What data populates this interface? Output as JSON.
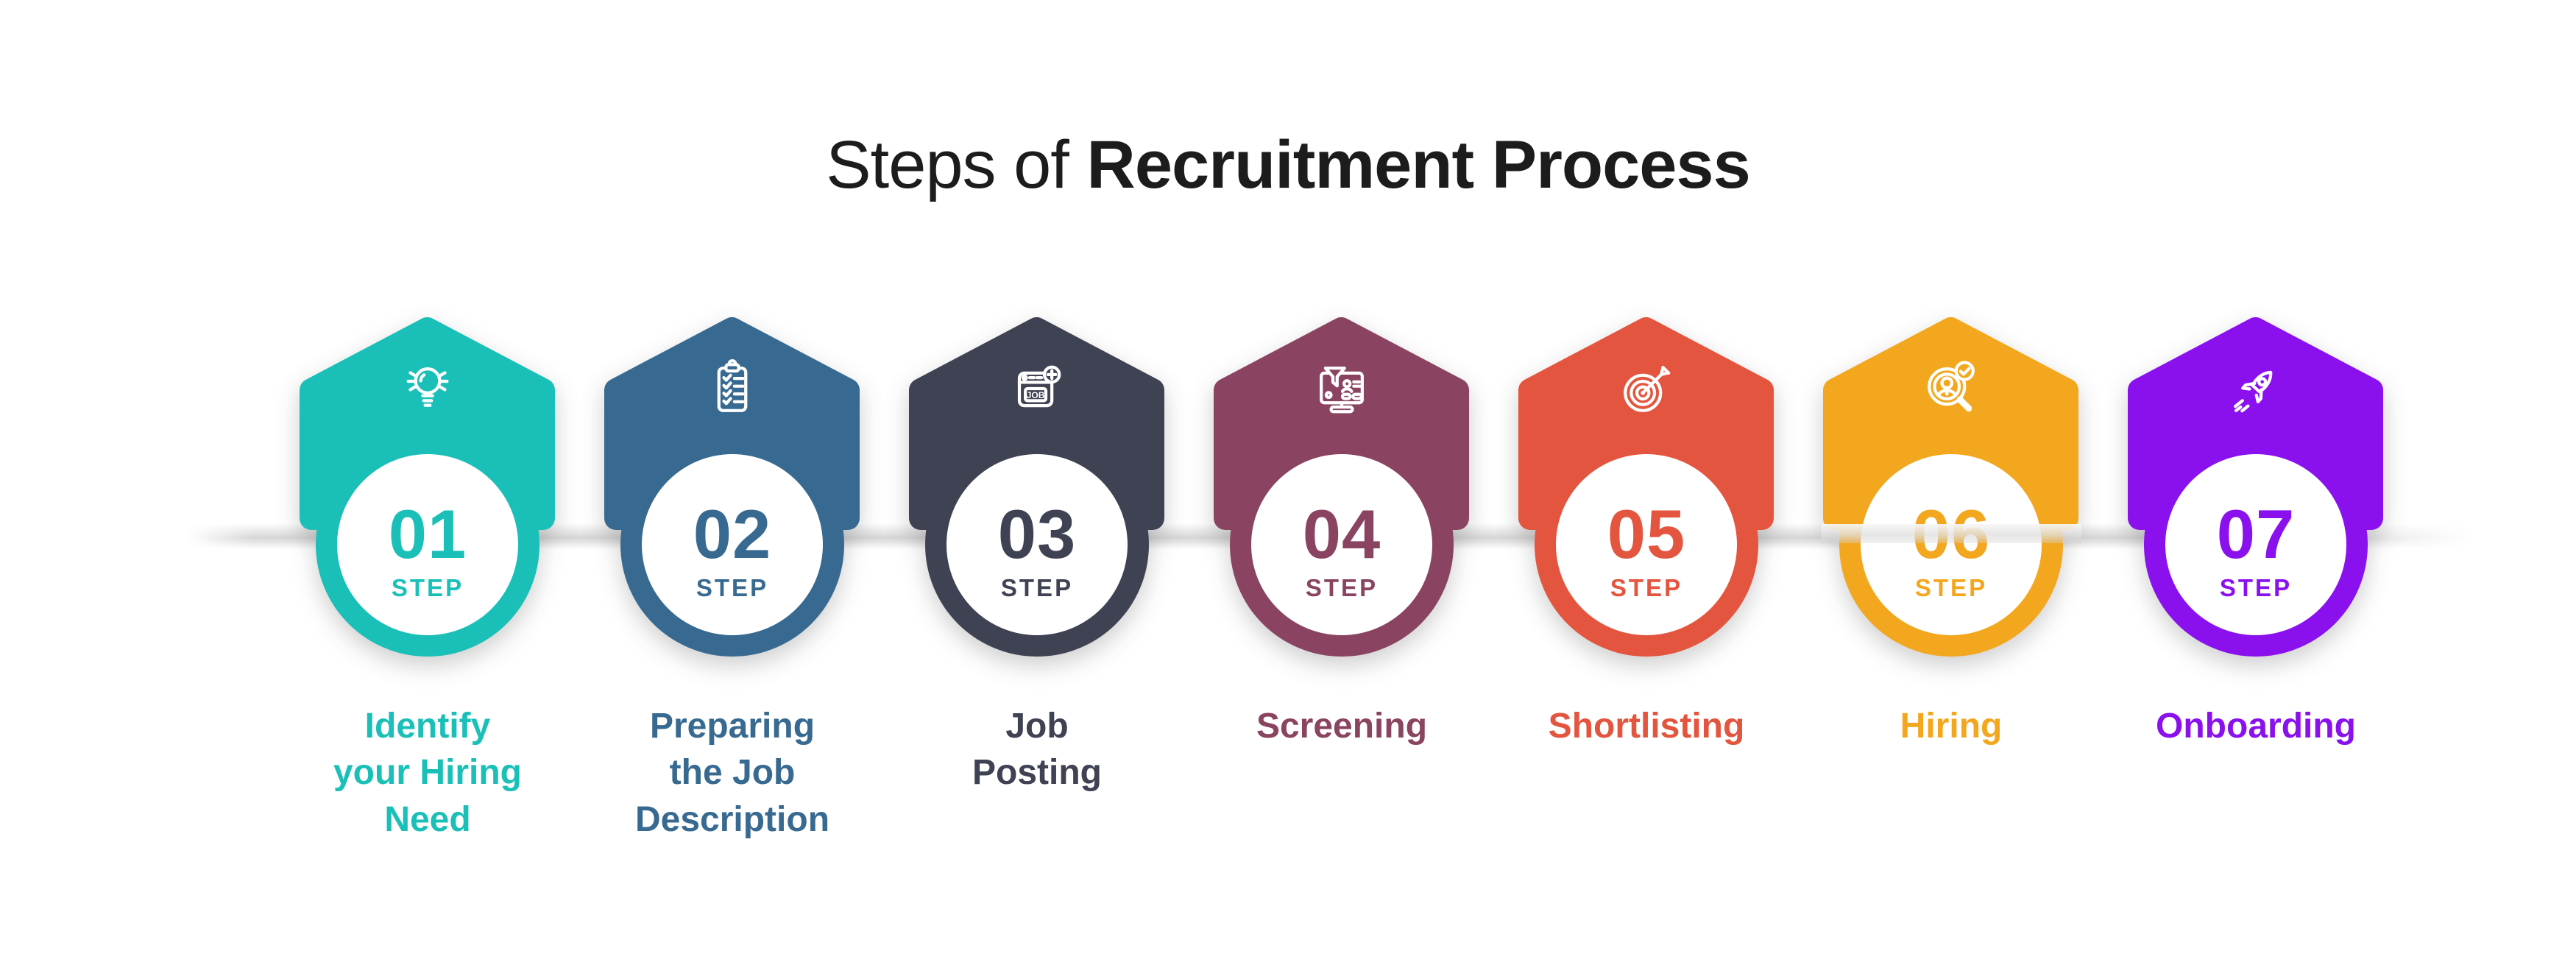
{
  "title": {
    "prefix": "Steps of ",
    "emphasis": "Recruitment Process"
  },
  "steps": [
    {
      "number": "01",
      "step_label": "STEP",
      "title": "Identify\nyour Hiring\nNeed",
      "color": "#1ac0b8",
      "icon": "lightbulb-idea"
    },
    {
      "number": "02",
      "step_label": "STEP",
      "title": "Preparing\nthe Job\nDescription",
      "color": "#386a91",
      "icon": "clipboard-checklist"
    },
    {
      "number": "03",
      "step_label": "STEP",
      "title": "Job\nPosting",
      "color": "#3e4252",
      "icon": "job-posting-window",
      "icon_text": "JOB"
    },
    {
      "number": "04",
      "step_label": "STEP",
      "title": "Screening",
      "color": "#8a4462",
      "icon": "screening-filter-monitor"
    },
    {
      "number": "05",
      "step_label": "STEP",
      "title": "Shortlisting",
      "color": "#e4553f",
      "icon": "dartboard-target"
    },
    {
      "number": "06",
      "step_label": "STEP",
      "title": "Hiring",
      "color": "#f3a71e",
      "icon": "candidate-magnifier"
    },
    {
      "number": "07",
      "step_label": "STEP",
      "title": "Onboarding",
      "color": "#8a11ee",
      "icon": "rocket-launch"
    }
  ],
  "colors": {
    "background": "#ffffff",
    "title_text": "#1c1c1c",
    "divider": "#d7d7d7"
  }
}
